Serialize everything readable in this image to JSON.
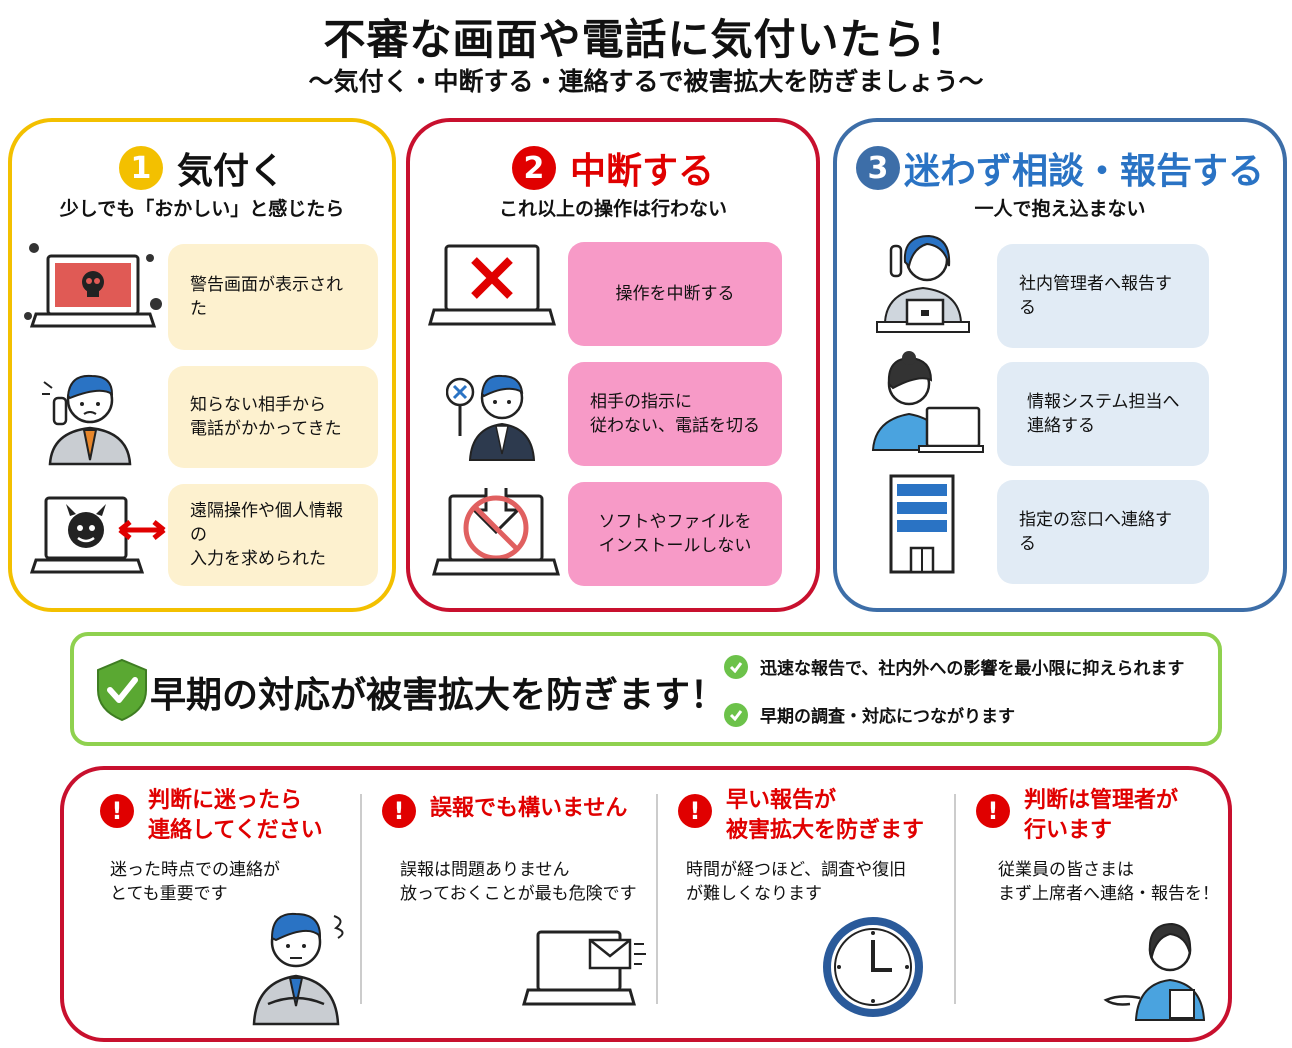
{
  "title": "不審な画面や電話に気付いたら！",
  "subtitle": "～気付く・中断する・連絡するで被害拡大を防ぎましょう～",
  "colors": {
    "yellow": "#f3c000",
    "red": "#c8102e",
    "blue": "#3d6ea8",
    "green": "#8fd14f",
    "pink": "#f79ac7",
    "cream": "#fdf1cf",
    "lightblue": "#e1ebf5"
  },
  "steps": [
    {
      "num": "1",
      "title": "気付く",
      "sub": "少しでも「おかしい」と感じたら",
      "items": [
        {
          "lines": [
            "警告画面が表示された"
          ],
          "icon": "laptop-skull-icon"
        },
        {
          "lines": [
            "知らない相手から",
            "電話がかかってきた"
          ],
          "icon": "worried-man-phone-icon"
        },
        {
          "lines": [
            "遠隔操作や個人情報の",
            "入力を求められた"
          ],
          "icon": "laptop-devil-icon"
        }
      ]
    },
    {
      "num": "2",
      "title": "中断する",
      "sub": "これ以上の操作は行わない",
      "items": [
        {
          "lines": [
            "操作を中断する"
          ],
          "icon": "laptop-x-icon"
        },
        {
          "lines": [
            "相手の指示に",
            "従わない、電話を切る"
          ],
          "icon": "man-x-sign-icon"
        },
        {
          "lines": [
            "ソフトやファイルを",
            "インストールしない"
          ],
          "icon": "laptop-no-download-icon"
        }
      ]
    },
    {
      "num": "3",
      "title": "迷わず相談・報告する",
      "sub": "一人で抱え込まない",
      "items": [
        {
          "lines": [
            "社内管理者へ報告する"
          ],
          "icon": "woman-phone-icon"
        },
        {
          "lines": [
            "情報システム担当へ",
            "連絡する"
          ],
          "icon": "woman-laptop-icon"
        },
        {
          "lines": [
            "指定の窓口へ連絡する"
          ],
          "icon": "building-icon"
        }
      ]
    }
  ],
  "early": {
    "title": "早期の対応が被害拡大を防ぎます！",
    "points": [
      "迅速な報告で、社内外への影響を最小限に抑えられます",
      "早期の調査・対応につながります"
    ]
  },
  "tips": [
    {
      "head": [
        "判断に迷ったら",
        "連絡してください"
      ],
      "body": [
        "迷った時点での連絡が",
        "とても重要です"
      ],
      "icon": "confused-man-icon"
    },
    {
      "head": [
        "誤報でも構いません"
      ],
      "body": [
        "誤報は問題ありません",
        "放っておくことが最も危険です"
      ],
      "icon": "laptop-mail-icon"
    },
    {
      "head": [
        "早い報告が",
        "被害拡大を防ぎます"
      ],
      "body": [
        "時間が経つほど、調査や復旧",
        "が難しくなります"
      ],
      "icon": "clock-icon"
    },
    {
      "head": [
        "判断は管理者が",
        "行います"
      ],
      "body": [
        "従業員の皆さまは",
        "まず上席者へ連絡・報告を！"
      ],
      "icon": "guide-woman-icon"
    }
  ],
  "warn_glyph": "!"
}
